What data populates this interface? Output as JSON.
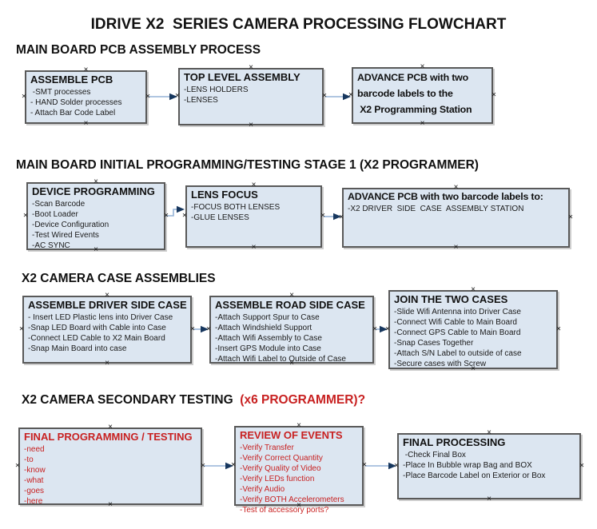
{
  "title": "IDRIVE X2  SERIES CAMERA PROCESSING FLOWCHART",
  "colors": {
    "box_fill": "#dce6f1",
    "box_border": "#595959",
    "arrow_line": "#95b3d7",
    "arrow_head": "#17375e",
    "red_text": "#c82121",
    "black_text": "#111111"
  },
  "sections": {
    "s1": {
      "heading": "MAIN BOARD PCB ASSEMBLY PROCESS"
    },
    "s2": {
      "heading": "MAIN BOARD INITIAL PROGRAMMING/TESTING STAGE 1 (X2 PROGRAMMER)"
    },
    "s3": {
      "heading": "X2 CAMERA CASE ASSEMBLIES"
    },
    "s4": {
      "heading_black": "X2 CAMERA SECONDARY TESTING ",
      "heading_red": " (x6 PROGRAMMER)?"
    }
  },
  "boxes": {
    "assemble_pcb": {
      "title": "ASSEMBLE PCB",
      "items": [
        " -SMT processes",
        "- HAND Solder processes",
        "- Attach Bar Code Label"
      ]
    },
    "top_level_assembly": {
      "title": "TOP LEVEL ASSEMBLY",
      "items": [
        "-LENS HOLDERS",
        "-LENSES"
      ]
    },
    "advance_pcb_programming_station": {
      "title": "ADVANCE PCB with two\nbarcode labels to the\n X2 Programming Station",
      "items": []
    },
    "device_programming": {
      "title": "DEVICE PROGRAMMING",
      "items": [
        "-Scan Barcode",
        "-Boot Loader",
        "-Device Configuration",
        "-Test Wired Events",
        "-AC SYNC"
      ]
    },
    "lens_focus": {
      "title": "LENS FOCUS",
      "items": [
        "-FOCUS BOTH LENSES",
        "-GLUE LENSES"
      ]
    },
    "advance_pcb_driver_side": {
      "title": "ADVANCE PCB with two barcode labels to:",
      "items": [
        "-X2 DRIVER  SIDE  CASE  ASSEMBLY STATION"
      ]
    },
    "assemble_driver_side_case": {
      "title": "ASSEMBLE DRIVER SIDE CASE",
      "items": [
        "- Insert LED Plastic lens into Driver Case",
        "-Snap LED Board with Cable into Case",
        "-Connect LED Cable to X2 Main Board",
        "-Snap Main Board into case"
      ]
    },
    "assemble_road_side_case": {
      "title": "ASSEMBLE ROAD SIDE CASE",
      "items": [
        "-Attach Support Spur to Case",
        "-Attach Windshield Support",
        "-Attach Wifi Assembly to Case",
        "-Insert GPS Module into Case",
        "-Attach Wifi Label to Outside of Case"
      ]
    },
    "join_the_two_cases": {
      "title": "JOIN THE TWO CASES",
      "items": [
        "-Slide Wifi Antenna into Driver Case",
        "-Connect Wifi Cable to Main Board",
        "-Connect GPS Cable to Main Board",
        "-Snap Cases Together",
        "-Attach S/N Label to outside of case",
        "-Secure cases with Screw"
      ]
    },
    "final_programming_testing": {
      "title": "FINAL PROGRAMMING / TESTING",
      "items": [
        "-need",
        "-to",
        "-know",
        "-what",
        "-goes",
        "-here"
      ]
    },
    "review_of_events": {
      "title": "REVIEW OF EVENTS",
      "items": [
        "-Verify Transfer",
        "-Verify Correct Quantity",
        "-Verify Quality of Video",
        "-Verify LEDs function",
        "-Verify Audio",
        "-Verify BOTH Accelerometers",
        "-Test of accessory ports?"
      ]
    },
    "final_processing": {
      "title": "FINAL PROCESSING",
      "items": [
        " -Check Final Box",
        "-Place In Bubble wrap Bag and BOX",
        "-Place Barcode Label on Exterior or Box"
      ]
    }
  }
}
